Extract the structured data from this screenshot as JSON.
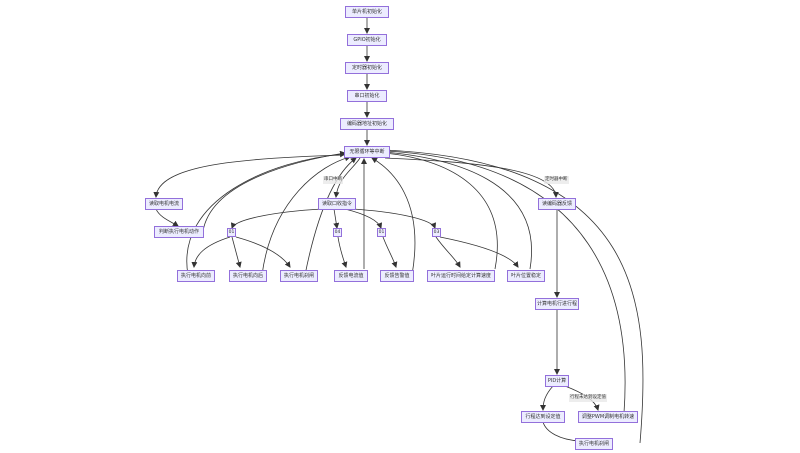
{
  "nodes": {
    "mcu_init": "单片机初始化",
    "gpio_init": "GPIO初始化",
    "timer_init": "定时器初始化",
    "uart_init": "串口初始化",
    "encoder_init": "编码器地址初始化",
    "loop": "无限循环等中断",
    "read_current": "读取电机电流",
    "judge_action": "判断执行电机动作",
    "uart_read": "读取口收指令",
    "forward": "执行电机向前",
    "backward": "执行电机向后",
    "brake": "执行电机刹闸",
    "feedback_current": "反馈电流值",
    "feedback_alarm": "反馈告警值",
    "blade_travel": "叶片运行时间给定计算速度",
    "blade_pos": "叶片位置稳定",
    "read_encoder": "读编码器反馈",
    "calc_travel": "计算电机行进行程",
    "pid": "PID计算",
    "reach_target": "行程达到设定值",
    "pwm_adjust": "调整PWM调制电机转速",
    "brake2": "执行电机刹闸"
  },
  "edge_labels": {
    "uart_int": "串口中断",
    "timer_int": "定时器中断",
    "not_reached": "行程未达到设定值",
    "cmd_01a": "01",
    "cmd_04": "04",
    "cmd_01b": "01",
    "cmd_03": "03"
  },
  "colors": {
    "node_fill": "#ececff",
    "node_border": "#9370db",
    "edge": "#333333",
    "text": "#333333"
  }
}
